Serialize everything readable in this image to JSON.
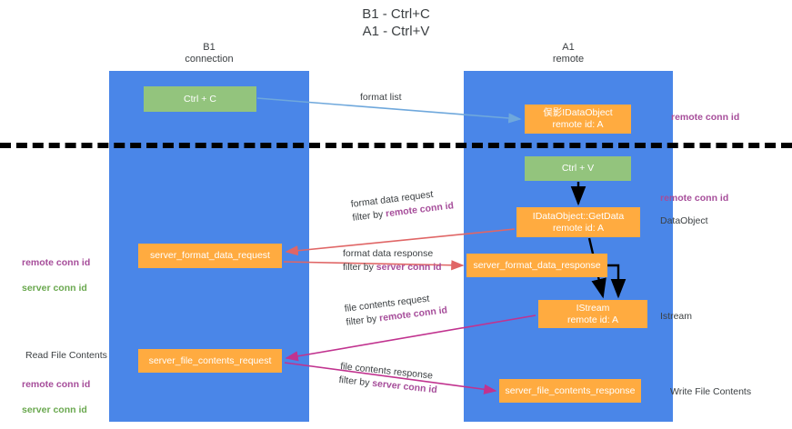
{
  "title": "B1 - Ctrl+C\nA1 - Ctrl+V",
  "columns": {
    "left": {
      "header": "B1\nconnection"
    },
    "right": {
      "header": "A1\nremote"
    }
  },
  "colors": {
    "lane": "#4a86e8",
    "green_node": "#93c47d",
    "orange_node": "#ffab40",
    "remote_conn_id": "#a64d9a",
    "server_conn_id": "#6aa84f",
    "arrow_format_list": "#6fa8dc",
    "arrow_format_data": "#e06666",
    "arrow_file_contents": "#c1338f",
    "arrow_internal": "#000000",
    "divider": "#000000",
    "text": "#3c4043"
  },
  "nodes": {
    "ctrl_c": "Ctrl + C",
    "idataobject": "俣影IDataObject\nremote id: A",
    "ctrl_v": "Ctrl + V",
    "getdata": "IDataObject::GetData\nremote id: A",
    "server_format_data_request": "server_format_data_request",
    "server_format_data_response": "server_format_data_response",
    "istream": "IStream\nremote id: A",
    "server_file_contents_request": "server_file_contents_request",
    "server_file_contents_response": "server_file_contents_response"
  },
  "edge_labels": {
    "format_list": "format list",
    "format_data_request": {
      "line1": "format data request",
      "line2_prefix": "filter by ",
      "line2_key": "remote conn id"
    },
    "format_data_response": {
      "line1": "format data response",
      "line2_prefix": "filter by ",
      "line2_key": "server conn id"
    },
    "file_contents_request": {
      "line1": "file contents request",
      "line2_prefix": "filter by ",
      "line2_key": "remote conn id"
    },
    "file_contents_response": {
      "line1": "file contents response",
      "line2_prefix": "filter by ",
      "line2_key": "server conn id"
    }
  },
  "annotations": {
    "right_remote_top": "remote conn id",
    "right_remote_mid": "remote conn id",
    "right_dataobject": "DataObject",
    "right_istream": "Istream",
    "right_write_file_contents": "Write File Contents",
    "left_read_file_contents": "Read File Contents",
    "left_conn_remote": "remote conn id",
    "left_conn_server": "server conn id"
  }
}
